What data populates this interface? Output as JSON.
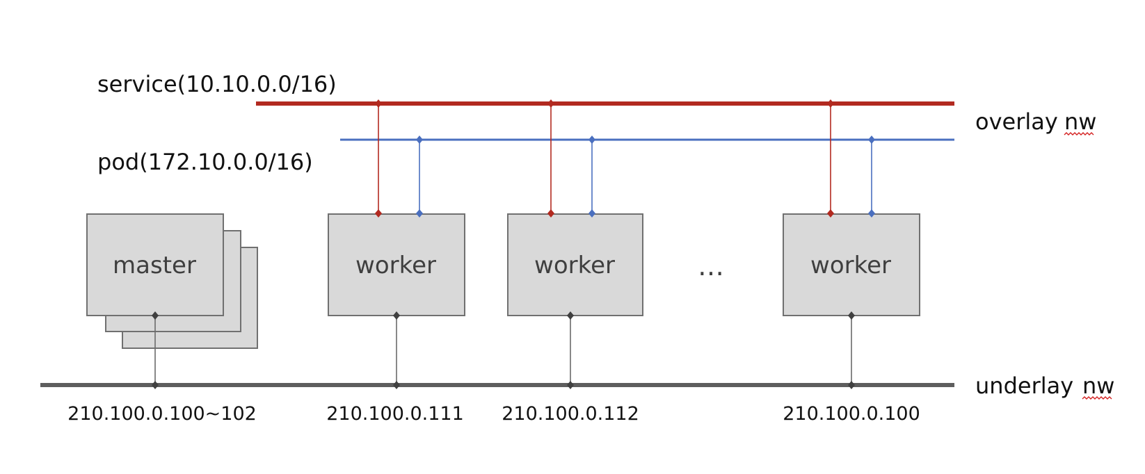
{
  "networks": {
    "service_label": "service(10.10.0.0/16)",
    "pod_label": "pod(172.10.0.0/16)",
    "overlay_label": "overlay nw",
    "overlay_word": "overlay",
    "nw_word": "nw",
    "underlay_label": "underlay nw",
    "underlay_word": "underlay"
  },
  "nodes": {
    "master": {
      "label": "master",
      "ip": "210.100.0.100~102"
    },
    "workers": [
      {
        "label": "worker",
        "ip": "210.100.0.111"
      },
      {
        "label": "worker",
        "ip": "210.100.0.112"
      },
      {
        "label": "worker",
        "ip": "210.100.0.100"
      }
    ],
    "ellipsis": "…"
  },
  "colors": {
    "service": "#b22a20",
    "pod": "#4a6fbf",
    "underlay": "#5e5e5e",
    "node_fill": "#d9d9d9",
    "node_stroke": "#707070",
    "spellcheck": "#d42020"
  }
}
